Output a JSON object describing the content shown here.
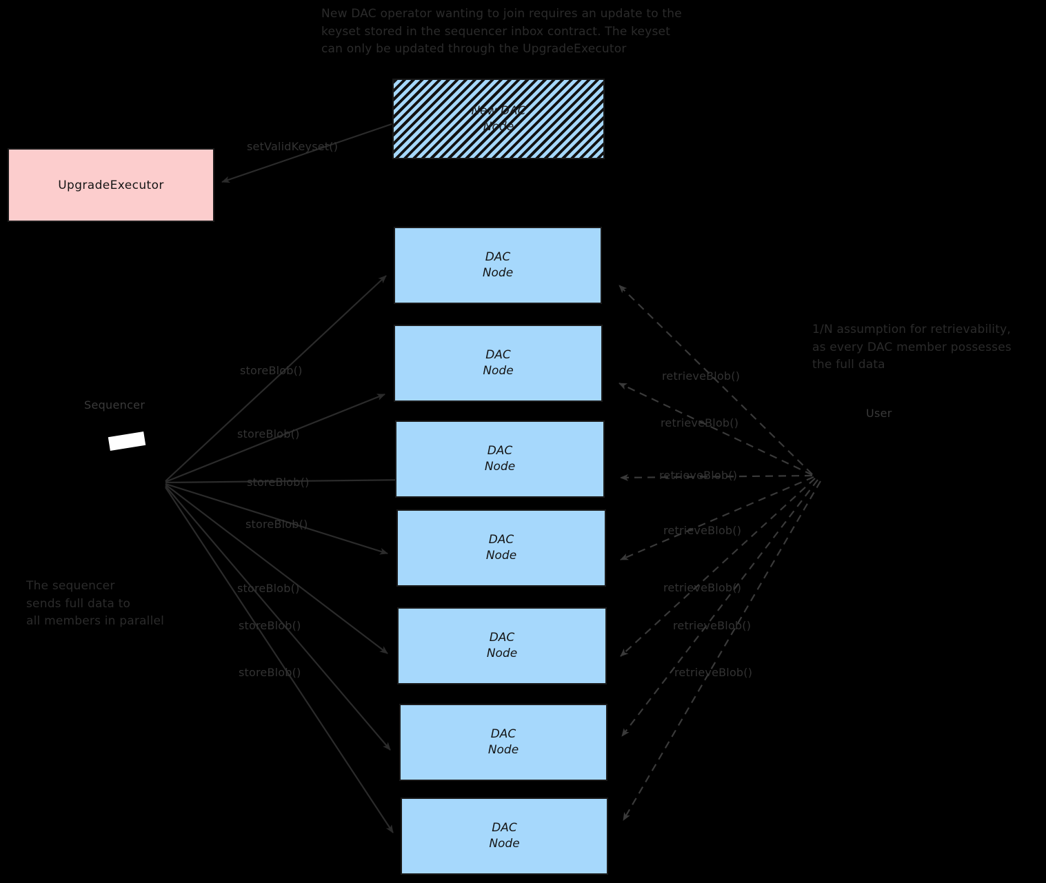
{
  "diagram": {
    "title_note": "New DAC operator wanting to join requires an update to the\nkeyset stored in the sequencer inbox contract. The keyset\ncan only be updated through the UpgradeExecutor",
    "left_note": "The sequencer\nsends full data to\nall members in parallel",
    "right_note": "1/N assumption for retrievability,\nas every DAC member possesses\nthe full data",
    "colors": {
      "background": "#000000",
      "node_fill": "#a6d8fc",
      "upgrade_executor_fill": "#fccdcd",
      "stroke": "#1a1a1a",
      "text": "#2b2b2b"
    },
    "nodes": {
      "new_dac_node": {
        "label": "New DAC\nNode",
        "style": "hatched"
      },
      "upgrade_executor": {
        "label": "UpgradeExecutor",
        "style": "pink"
      },
      "dac_nodes": [
        {
          "label": "DAC\nNode"
        },
        {
          "label": "DAC\nNode"
        },
        {
          "label": "DAC\nNode"
        },
        {
          "label": "DAC\nNode"
        },
        {
          "label": "DAC\nNode"
        },
        {
          "label": "DAC\nNode"
        },
        {
          "label": "DAC\nNode"
        }
      ]
    },
    "actors": {
      "sequencer": {
        "label": "Sequencer",
        "icon": "broken-image-icon"
      },
      "user": {
        "label": "User",
        "icon": "broken-image-icon"
      }
    },
    "edges": {
      "set_valid_keyset": {
        "label": "setValidKeyset()",
        "style": "solid"
      },
      "store_blob": [
        {
          "label": "storeBlob()",
          "style": "solid"
        },
        {
          "label": "storeBlob()",
          "style": "solid"
        },
        {
          "label": "storeBlob()",
          "style": "solid"
        },
        {
          "label": "storeBlob()",
          "style": "solid"
        },
        {
          "label": "storeBlob()",
          "style": "solid"
        },
        {
          "label": "storeBlob()",
          "style": "solid"
        },
        {
          "label": "storeBlob()",
          "style": "solid"
        }
      ],
      "retrieve_blob": [
        {
          "label": "retrieveBlob()",
          "style": "dashed"
        },
        {
          "label": "retrieveBlob()",
          "style": "dashed"
        },
        {
          "label": "retrieveBlob()",
          "style": "dashed"
        },
        {
          "label": "retrieveBlob()",
          "style": "dashed"
        },
        {
          "label": "retrieveBlob()",
          "style": "dashed"
        },
        {
          "label": "retrieveBlob()",
          "style": "dashed"
        },
        {
          "label": "retrieveBlob()",
          "style": "dashed"
        }
      ]
    }
  }
}
